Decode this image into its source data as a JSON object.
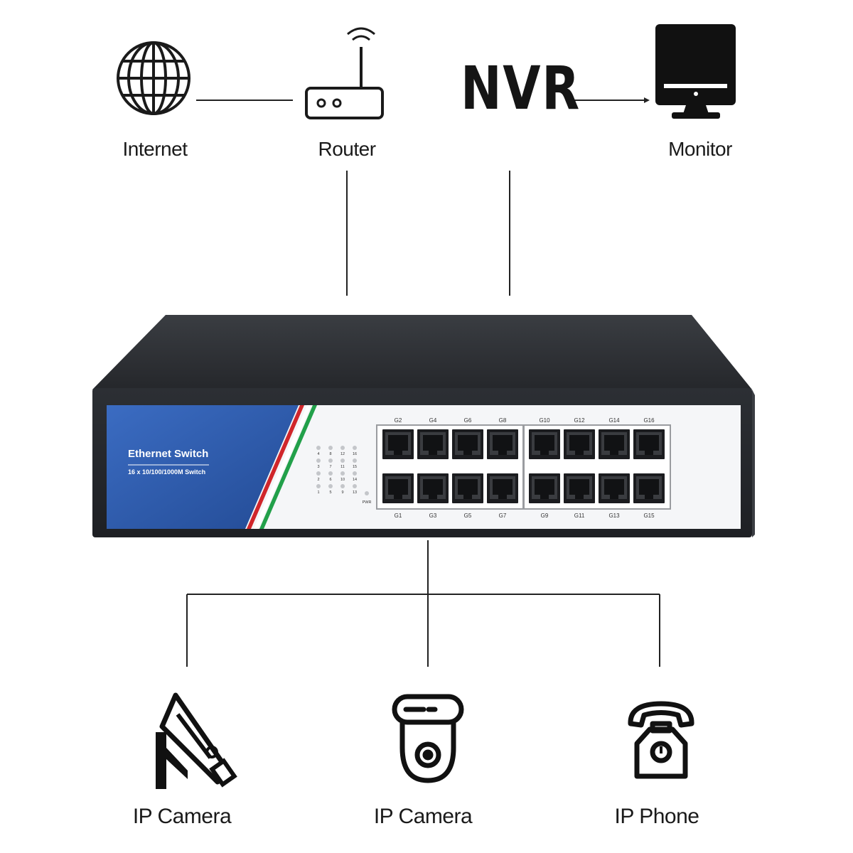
{
  "nodes": {
    "internet": {
      "label": "Internet",
      "icon": "globe-icon"
    },
    "router": {
      "label": "Router",
      "icon": "router-icon"
    },
    "nvr": {
      "label": "NVR"
    },
    "monitor": {
      "label": "Monitor",
      "icon": "monitor-icon"
    },
    "camera_left": {
      "label": "IP Camera",
      "icon": "bullet-camera-icon"
    },
    "camera_center": {
      "label": "IP Camera",
      "icon": "dome-camera-icon"
    },
    "phone": {
      "label": "IP Phone",
      "icon": "telephone-icon"
    }
  },
  "switch": {
    "title": "Ethernet Switch",
    "subtitle": "16 x 10/100/1000M Switch",
    "top_ports": [
      "G2",
      "G4",
      "G6",
      "G8",
      "G10",
      "G12",
      "G14",
      "G16"
    ],
    "bottom_ports": [
      "G1",
      "G3",
      "G5",
      "G7",
      "G9",
      "G11",
      "G13",
      "G15"
    ],
    "led_rows": [
      [
        "4",
        "8",
        "12",
        "16"
      ],
      [
        "3",
        "7",
        "11",
        "15"
      ],
      [
        "2",
        "6",
        "10",
        "14"
      ],
      [
        "1",
        "5",
        "9",
        "13"
      ]
    ],
    "power_label": "PWR",
    "colors": {
      "panel_blue": "#2f5cae",
      "body": "#2b2e33",
      "stripe_red": "#d0262b",
      "stripe_green": "#22a04a",
      "stripe_blue": "#2c6fd4"
    }
  }
}
